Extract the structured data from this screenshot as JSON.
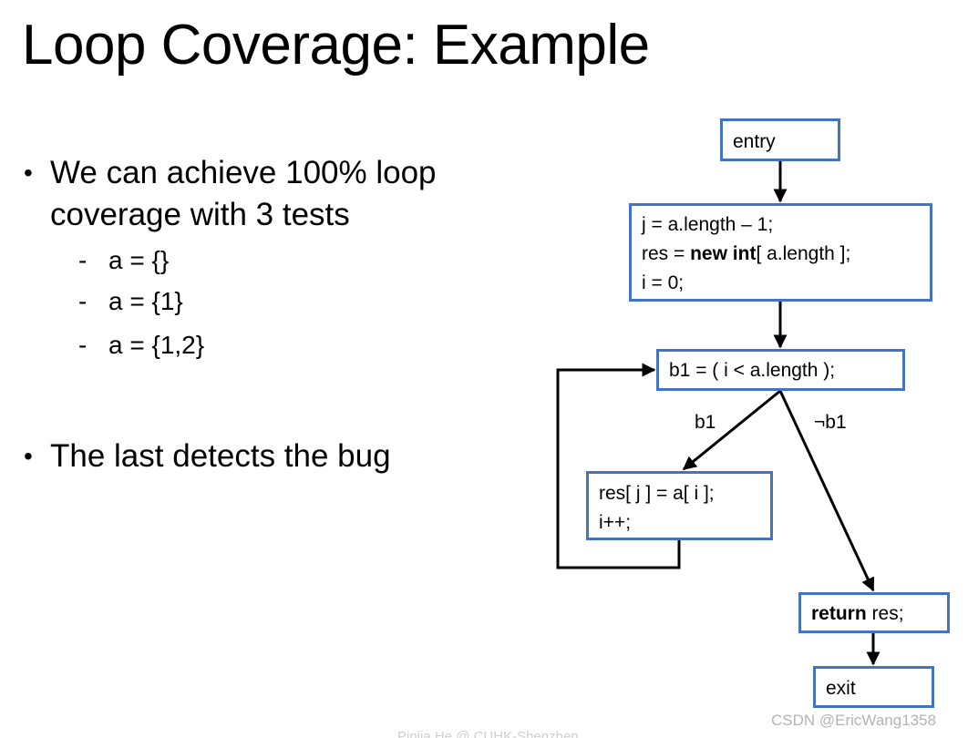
{
  "slide": {
    "title": "Loop Coverage: Example",
    "bullets": [
      {
        "text_lines": [
          "We can achieve 100% loop",
          "coverage with 3 tests"
        ],
        "subitems": [
          "a = {}",
          "a = {1}",
          "a = {1,2}"
        ]
      },
      {
        "text_lines": [
          "The last detects the bug"
        ]
      }
    ],
    "bullet_glyph": "•",
    "sub_glyph": "-"
  },
  "flowchart": {
    "nodes": {
      "entry": [
        "entry"
      ],
      "init": [
        [
          {
            "t": "j = a.length – 1;"
          }
        ],
        [
          {
            "t": "res = "
          },
          {
            "t": "new int",
            "b": true
          },
          {
            "t": "[ a.length ];"
          }
        ],
        [
          {
            "t": "i = 0;"
          }
        ]
      ],
      "cond": [
        "b1 = ( i < a.length );"
      ],
      "body": [
        "res[ j ] = a[ i ];",
        "i++;"
      ],
      "return": [
        {
          "t": "return",
          "b": true
        },
        {
          "t": " res;"
        }
      ],
      "exit": [
        "exit"
      ]
    },
    "edge_labels": {
      "true": "b1",
      "false": "¬b1"
    },
    "colors": {
      "node_border": "#4472C4",
      "edge": "#000000"
    }
  },
  "overlay": {
    "watermark": "CSDN @EricWang1358",
    "footer": "Pinjia He @ CUHK-Shenzhen"
  }
}
